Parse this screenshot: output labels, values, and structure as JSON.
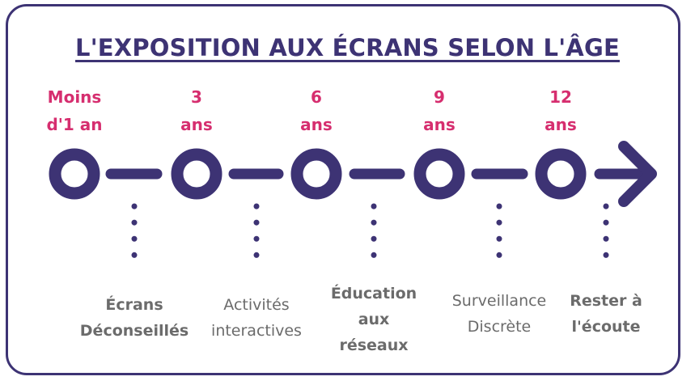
{
  "title": "L'EXPOSITION AUX ÉCRANS SELON L'ÂGE",
  "colors": {
    "primary": "#3d3374",
    "accent": "#d62e6f",
    "text_gray": "#6b6b6b"
  },
  "milestones": [
    {
      "age_line1": "Moins",
      "age_line2": "d'1 an",
      "stage_lines": [
        "Écrans",
        "Déconseillés"
      ],
      "stage_bold": true
    },
    {
      "age_line1": "3",
      "age_line2": "ans",
      "stage_lines": [
        "Activités",
        "interactives"
      ],
      "stage_bold": false
    },
    {
      "age_line1": "6",
      "age_line2": "ans",
      "stage_lines": [
        "Éducation",
        "aux",
        "réseaux"
      ],
      "stage_bold": true
    },
    {
      "age_line1": "9",
      "age_line2": "ans",
      "stage_lines": [
        "Surveillance",
        "Discrète"
      ],
      "stage_bold": false
    },
    {
      "age_line1": "12",
      "age_line2": "ans",
      "stage_lines": [
        "Rester à",
        "l'écoute"
      ],
      "stage_bold": true
    }
  ]
}
